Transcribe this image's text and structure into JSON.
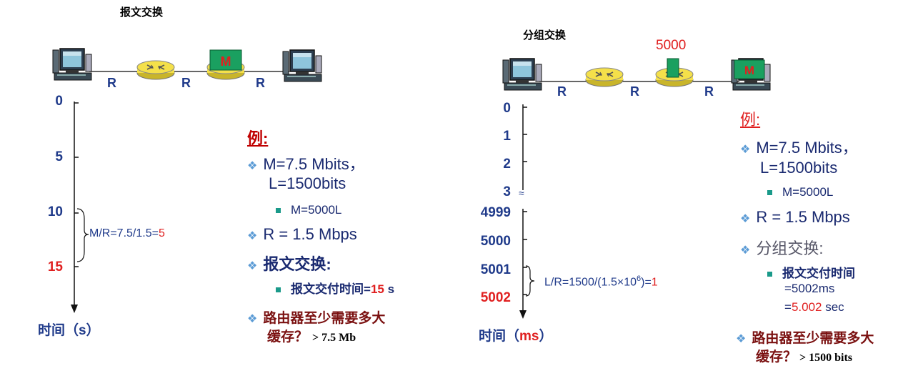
{
  "left": {
    "title": "报文交换",
    "links": [
      "R",
      "R",
      "R"
    ],
    "msg_letter": "M",
    "ticks": [
      "0",
      "5",
      "10",
      "15"
    ],
    "axis_title_pre": "时间（",
    "axis_title_unit": "s",
    "axis_title_post": "）",
    "brace_text": "M/R=7.5/1.5=",
    "brace_value": "5",
    "example_title": "例:",
    "line1": "M=7.5 Mbits，",
    "line2": "L=1500bits",
    "sub1": "M=5000L",
    "line3": "R = 1.5 Mbps",
    "line4": "报文交换:",
    "sub2_text": "报文交付时间=",
    "sub2_val": "15",
    "sub2_unit": " s",
    "q_line1": "路由器至少需要多大",
    "q_line2": "缓存？",
    "q_answer": "> 7.5 Mb"
  },
  "right": {
    "title": "分组交换",
    "packet_label": "5000",
    "links": [
      "R",
      "R",
      "R"
    ],
    "msg_letter": "M",
    "ticks": [
      "0",
      "1",
      "2",
      "3",
      "4999",
      "5000",
      "5001",
      "5002"
    ],
    "break_mark": "≈",
    "axis_title_pre": "时间（",
    "axis_title_unit": "ms",
    "axis_title_post": "）",
    "brace_text": "L/R=1500/(1.5×10",
    "brace_exp": "6",
    "brace_text2": ")=",
    "brace_value": "1",
    "example_title": "例:",
    "line1": "M=7.5 Mbits，",
    "line2": "L=1500bits",
    "sub1": "M=5000L",
    "line3": "R = 1.5 Mbps",
    "line4": "分组交换:",
    "sub2_line1": "报文交付时间",
    "sub2_line2": "=5002ms",
    "sub2_line3_pre": "=",
    "sub2_line3_val": "5.002",
    "sub2_line3_post": " sec",
    "q_line1": "路由器至少需要多大",
    "q_line2": "缓存？",
    "q_answer": "> 1500 bits"
  },
  "colors": {
    "navy": "#1f3a8a",
    "red": "#e02020",
    "router_yellow": "#f4e04a",
    "packet_green": "#1aa060",
    "bullet_blue": "#5b9bd5",
    "bullet_teal": "#1a9a8a"
  }
}
